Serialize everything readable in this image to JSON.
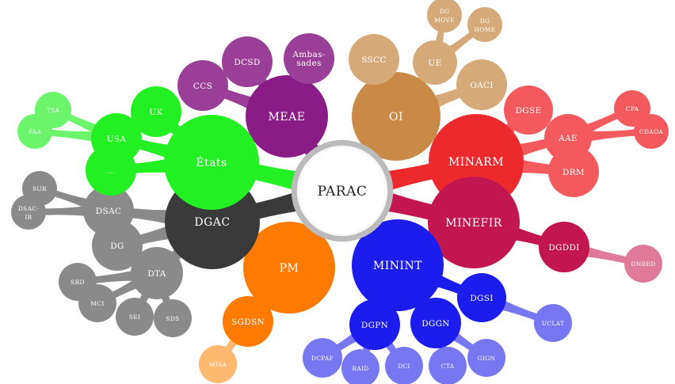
{
  "root": {
    "label": "PARAC"
  },
  "colors": {
    "meae": "#8a1c86",
    "meae_light": "#9a3f98",
    "oi": "#c98a48",
    "oi_light": "#d6a978",
    "minarm": "#ec2a2e",
    "minarm_light": "#f25a5e",
    "minefir": "#c21650",
    "minefir_light": "#e07a9a",
    "minint": "#1c1cec",
    "minint_light": "#7777f2",
    "pm": "#ff7a00",
    "pm_light": "#ffb870",
    "dgac": "#3a3a3a",
    "dgac_light": "#8a8a8a",
    "etats": "#22f022",
    "etats_light": "#6cf56c",
    "root_ring": "#bbbbbb"
  },
  "branches": [
    {
      "id": "meae",
      "label": "MEAE",
      "children": [
        {
          "id": "ccs",
          "label": "CCS"
        },
        {
          "id": "dcsd",
          "label": "DCSD"
        },
        {
          "id": "ambassades",
          "label_lines": [
            "Ambas-",
            "sades"
          ]
        }
      ]
    },
    {
      "id": "oi",
      "label": "OI",
      "children": [
        {
          "id": "sscc",
          "label": "SSCC"
        },
        {
          "id": "ue",
          "label": "UE",
          "children": [
            {
              "id": "dg-move",
              "label_lines": [
                "DG",
                "MOVE"
              ]
            },
            {
              "id": "dg-home",
              "label_lines": [
                "DG",
                "HOME"
              ]
            }
          ]
        },
        {
          "id": "oaci",
          "label": "OACI"
        }
      ]
    },
    {
      "id": "minarm",
      "label": "MINARM",
      "children": [
        {
          "id": "dgse",
          "label": "DGSE"
        },
        {
          "id": "aae",
          "label": "AAE",
          "children": [
            {
              "id": "cpa",
              "label": "CPA"
            },
            {
              "id": "cdaoa",
              "label": "CDAOA"
            }
          ]
        },
        {
          "id": "drm",
          "label": "DRM"
        }
      ]
    },
    {
      "id": "minefir",
      "label": "MINEFIR",
      "children": [
        {
          "id": "dgddi",
          "label": "DGDDI",
          "children": [
            {
              "id": "dnred",
              "label": "DNRED"
            }
          ]
        }
      ]
    },
    {
      "id": "minint",
      "label": "MININT",
      "children": [
        {
          "id": "dgsi",
          "label": "DGSI",
          "children": [
            {
              "id": "uclat",
              "label": "UCLAT"
            }
          ]
        },
        {
          "id": "dggn",
          "label": "DGGN",
          "children": [
            {
              "id": "cta",
              "label": "CTA"
            },
            {
              "id": "gign",
              "label": "GIGN"
            }
          ]
        },
        {
          "id": "dgpn",
          "label": "DGPN",
          "children": [
            {
              "id": "dcpaf",
              "label": "DCPAF"
            },
            {
              "id": "raid",
              "label": "RAID"
            },
            {
              "id": "dci",
              "label": "DCI"
            }
          ]
        }
      ]
    },
    {
      "id": "pm",
      "label": "PM",
      "children": [
        {
          "id": "sgdsn",
          "label": "SGDSN",
          "children": [
            {
              "id": "misa",
              "label": "MISA"
            }
          ]
        }
      ]
    },
    {
      "id": "dgac",
      "label": "DGAC",
      "children": [
        {
          "id": "dsac",
          "label": "DSAC",
          "children": [
            {
              "id": "sur",
              "label": "SUR"
            },
            {
              "id": "dsac-ir",
              "label_lines": [
                "DSAC-",
                "IR"
              ]
            }
          ]
        },
        {
          "id": "dg",
          "label": "DG"
        },
        {
          "id": "dta",
          "label": "DTA",
          "children": [
            {
              "id": "srd",
              "label": "SRD"
            },
            {
              "id": "mci",
              "label": "MCI"
            },
            {
              "id": "sei",
              "label": "SEI"
            },
            {
              "id": "sds",
              "label": "SDS"
            }
          ]
        }
      ]
    },
    {
      "id": "etats",
      "label": "États",
      "children": [
        {
          "id": "uk",
          "label": "UK"
        },
        {
          "id": "usa",
          "label": "USA",
          "children": [
            {
              "id": "tsa",
              "label": "TSA"
            },
            {
              "id": "faa",
              "label": "FAA"
            }
          ]
        },
        {
          "id": "etats-more",
          "label": "..."
        }
      ]
    }
  ]
}
